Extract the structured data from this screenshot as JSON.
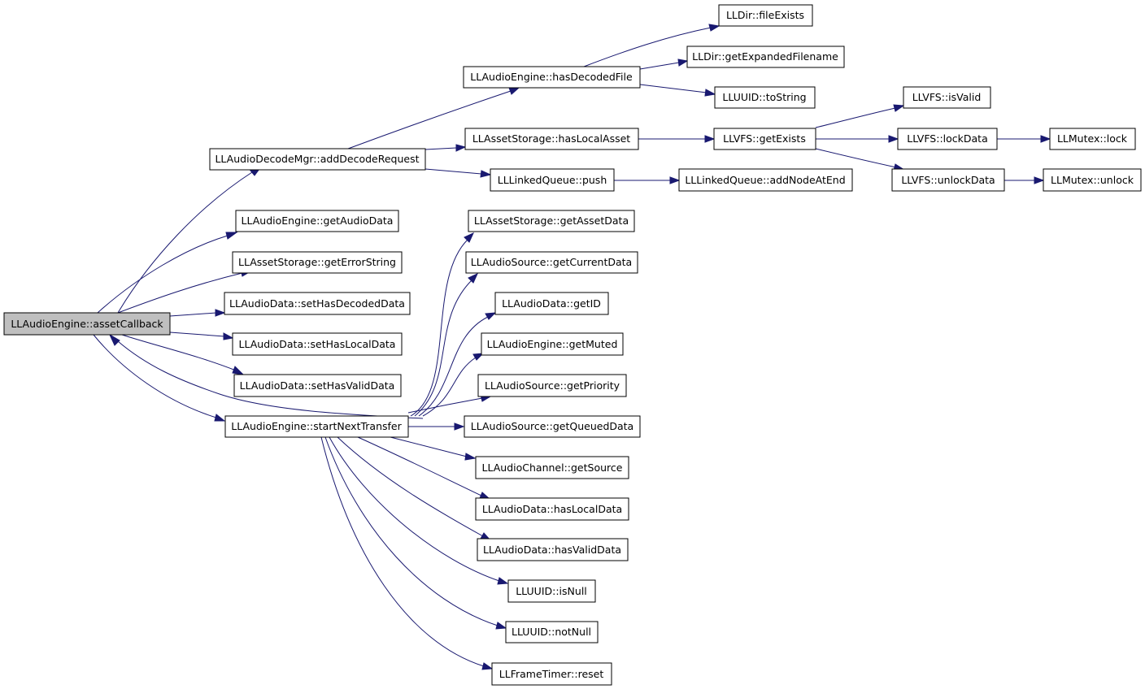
{
  "colors": {
    "edge": "#191970",
    "root_fill": "#bfbfbf",
    "node_fill": "#ffffff",
    "border": "#000000"
  },
  "nodes": {
    "assetCallback": "LLAudioEngine::assetCallback",
    "addDecodeRequest": "LLAudioDecodeMgr::addDecodeRequest",
    "hasDecodedFile": "LLAudioEngine::hasDecodedFile",
    "fileExists": "LLDir::fileExists",
    "getExpandedFilename": "LLDir::getExpandedFilename",
    "toString": "LLUUID::toString",
    "hasLocalAsset": "LLAssetStorage::hasLocalAsset",
    "getExists": "LLVFS::getExists",
    "isValid": "LLVFS::isValid",
    "lockData": "LLVFS::lockData",
    "mutexLock": "LLMutex::lock",
    "unlockData": "LLVFS::unlockData",
    "mutexUnlock": "LLMutex::unlock",
    "push": "LLLinkedQueue::push",
    "addNodeAtEnd": "LLLinkedQueue::addNodeAtEnd",
    "getAudioData": "LLAudioEngine::getAudioData",
    "getErrorString": "LLAssetStorage::getErrorString",
    "setHasDecodedData": "LLAudioData::setHasDecodedData",
    "setHasLocalData": "LLAudioData::setHasLocalData",
    "setHasValidData": "LLAudioData::setHasValidData",
    "startNextTransfer": "LLAudioEngine::startNextTransfer",
    "getAssetData": "LLAssetStorage::getAssetData",
    "getCurrentData": "LLAudioSource::getCurrentData",
    "getID": "LLAudioData::getID",
    "getMuted": "LLAudioEngine::getMuted",
    "getPriority": "LLAudioSource::getPriority",
    "getQueuedData": "LLAudioSource::getQueuedData",
    "getSource": "LLAudioChannel::getSource",
    "hasLocalData": "LLAudioData::hasLocalData",
    "hasValidData": "LLAudioData::hasValidData",
    "isNull": "LLUUID::isNull",
    "notNull": "LLUUID::notNull",
    "reset": "LLFrameTimer::reset"
  },
  "edges": [
    [
      "assetCallback",
      "addDecodeRequest"
    ],
    [
      "assetCallback",
      "getAudioData"
    ],
    [
      "assetCallback",
      "getErrorString"
    ],
    [
      "assetCallback",
      "setHasDecodedData"
    ],
    [
      "assetCallback",
      "setHasLocalData"
    ],
    [
      "assetCallback",
      "setHasValidData"
    ],
    [
      "assetCallback",
      "startNextTransfer"
    ],
    [
      "startNextTransfer",
      "assetCallback"
    ],
    [
      "addDecodeRequest",
      "hasDecodedFile"
    ],
    [
      "addDecodeRequest",
      "hasLocalAsset"
    ],
    [
      "addDecodeRequest",
      "push"
    ],
    [
      "hasDecodedFile",
      "fileExists"
    ],
    [
      "hasDecodedFile",
      "getExpandedFilename"
    ],
    [
      "hasDecodedFile",
      "toString"
    ],
    [
      "hasLocalAsset",
      "getExists"
    ],
    [
      "getExists",
      "isValid"
    ],
    [
      "getExists",
      "lockData"
    ],
    [
      "getExists",
      "unlockData"
    ],
    [
      "lockData",
      "mutexLock"
    ],
    [
      "unlockData",
      "mutexUnlock"
    ],
    [
      "push",
      "addNodeAtEnd"
    ],
    [
      "startNextTransfer",
      "getAssetData"
    ],
    [
      "startNextTransfer",
      "getCurrentData"
    ],
    [
      "startNextTransfer",
      "getID"
    ],
    [
      "startNextTransfer",
      "getMuted"
    ],
    [
      "startNextTransfer",
      "getPriority"
    ],
    [
      "startNextTransfer",
      "getQueuedData"
    ],
    [
      "startNextTransfer",
      "getSource"
    ],
    [
      "startNextTransfer",
      "hasLocalData"
    ],
    [
      "startNextTransfer",
      "hasValidData"
    ],
    [
      "startNextTransfer",
      "isNull"
    ],
    [
      "startNextTransfer",
      "notNull"
    ],
    [
      "startNextTransfer",
      "reset"
    ]
  ]
}
